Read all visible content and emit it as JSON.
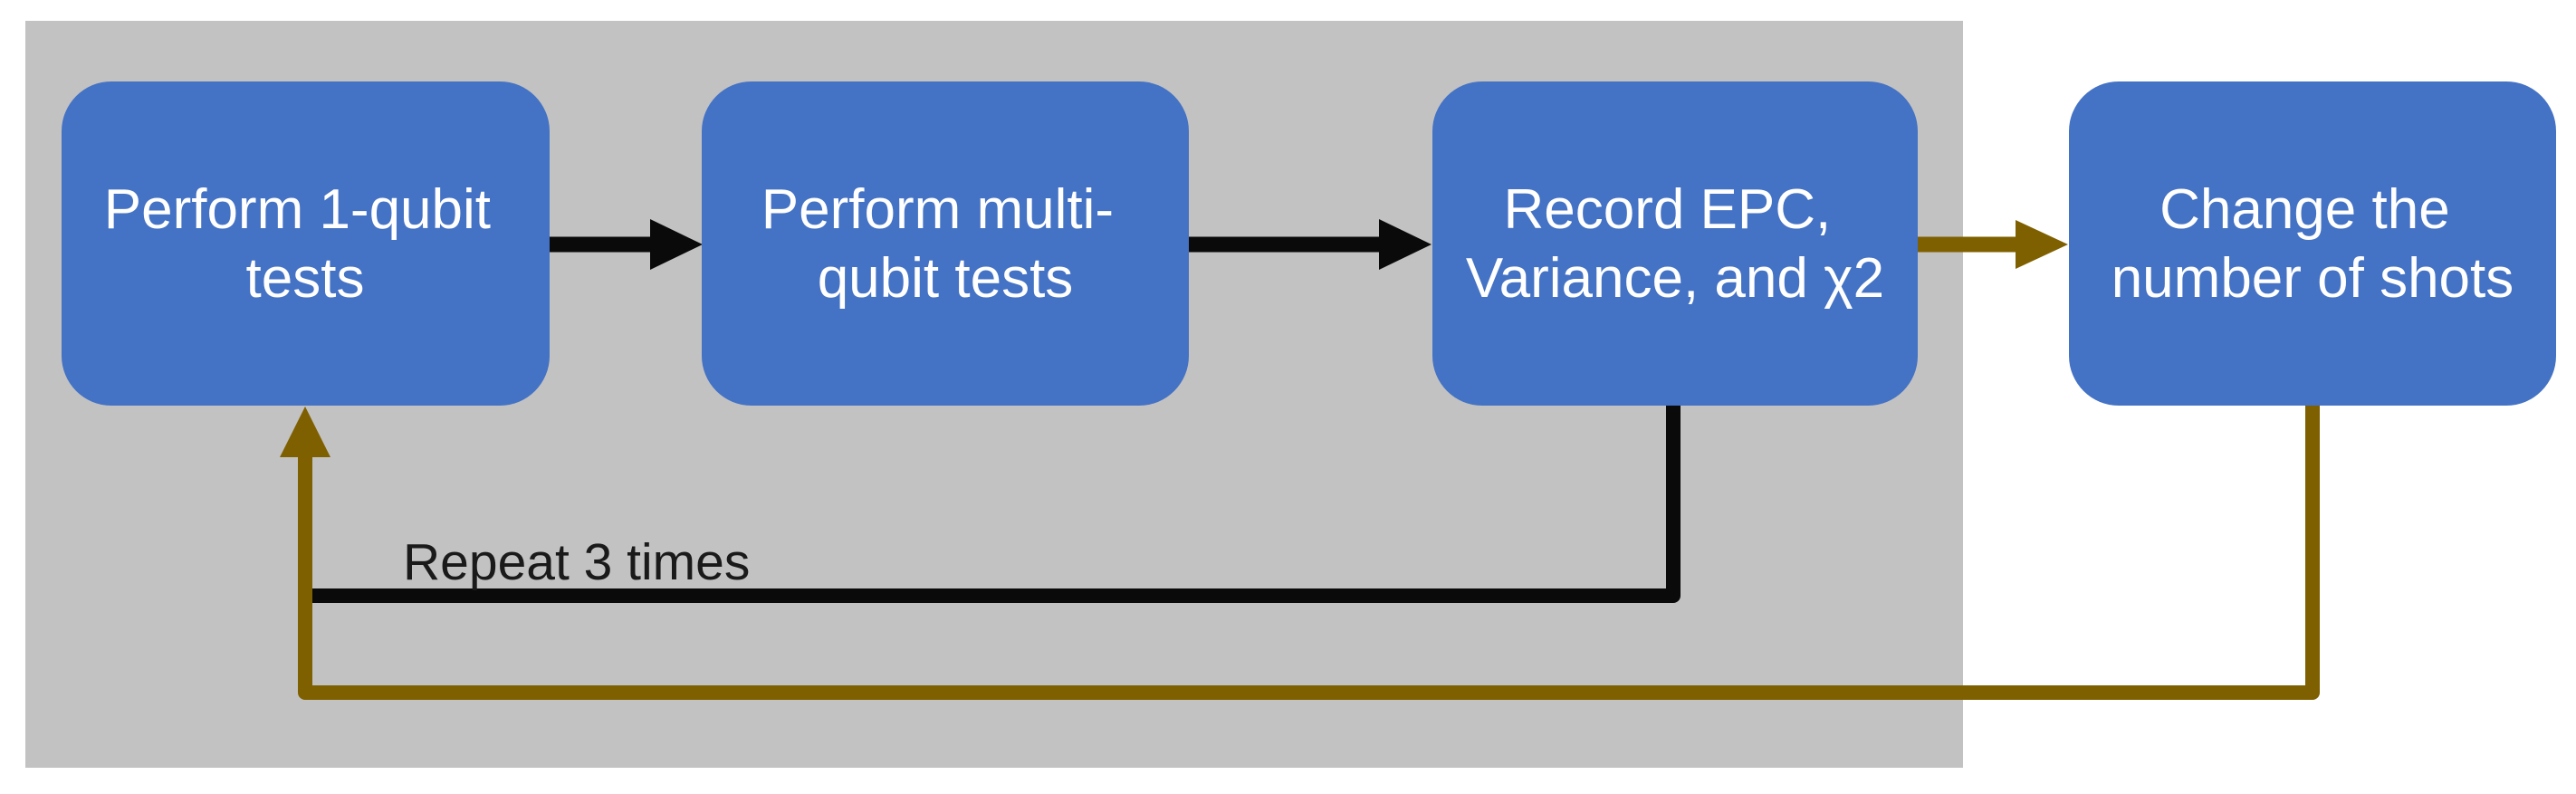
{
  "diagram": {
    "nodes": [
      {
        "label": "Perform 1-qubit tests",
        "lines": [
          "Perform 1-qubit",
          "tests"
        ]
      },
      {
        "label": "Perform multi-qubit tests",
        "lines": [
          "Perform multi-",
          "qubit tests"
        ]
      },
      {
        "label": "Record EPC, Variance, and χ2",
        "lines": [
          "Record EPC,",
          "Variance, and χ2"
        ]
      },
      {
        "label": "Change the number of shots",
        "lines": [
          "Change the",
          "number of shots"
        ]
      }
    ],
    "loop_label": "Repeat 3 times",
    "colors": {
      "node_fill": "#4472C4",
      "node_text": "#FFFFFF",
      "panel_fill": "#C2C2C2",
      "connector_black": "#0A0A0A",
      "connector_olive": "#7F6000",
      "label_text": "#1A1A1A"
    }
  }
}
